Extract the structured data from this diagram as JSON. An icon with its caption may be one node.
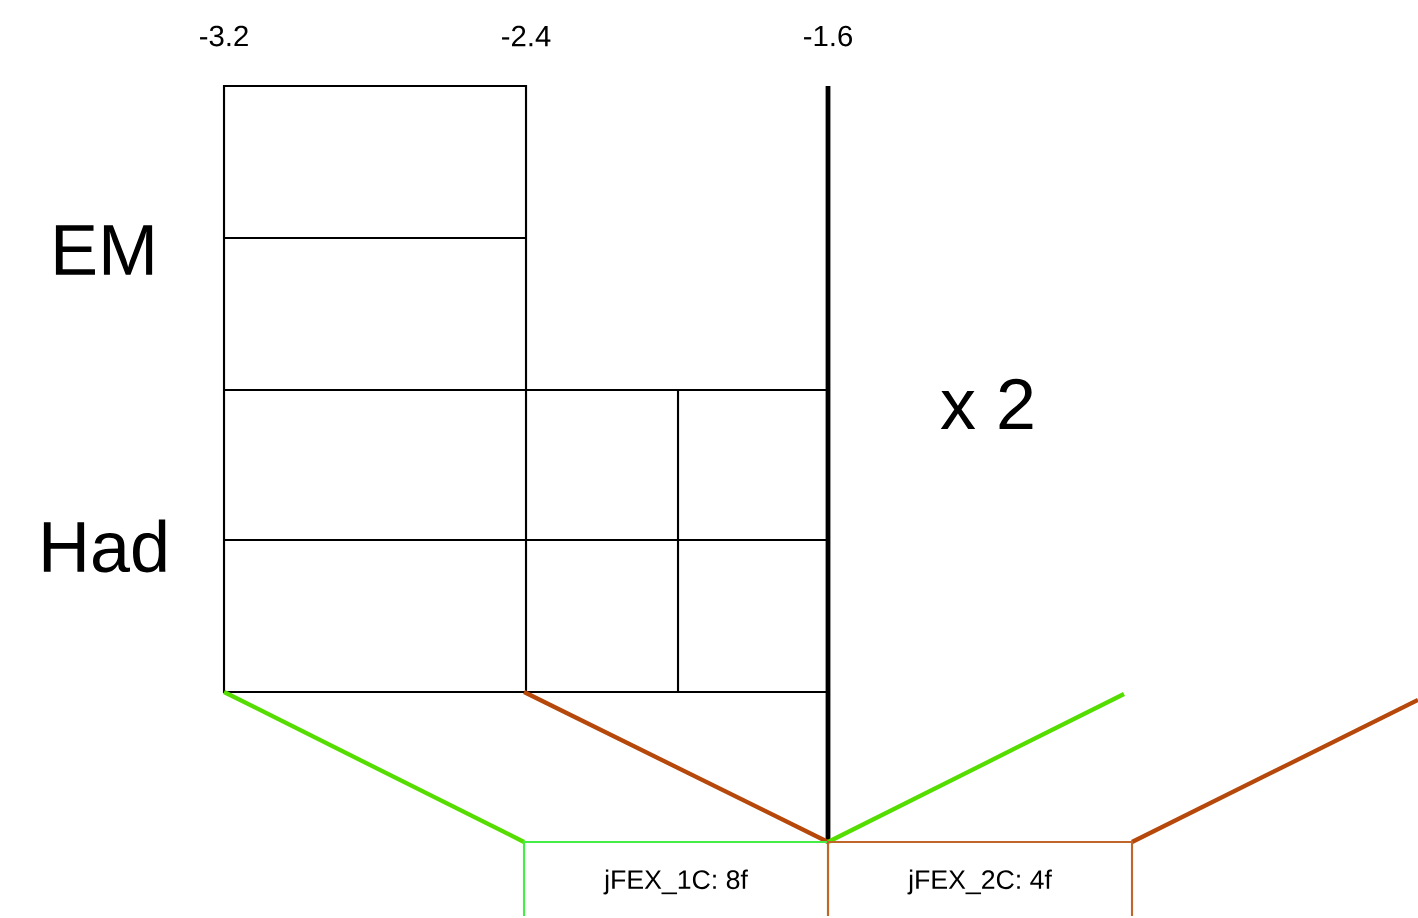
{
  "diagram": {
    "nodes": [
      {
        "text": [
          "jFEX_1C: 8f"
        ]
      },
      {
        "text": [
          "jFEX_2C: 4f"
        ]
      }
    ],
    "labels": [
      "-3.2",
      "-2.4",
      "-1.6",
      "EM",
      "Had",
      "x 2"
    ]
  }
}
